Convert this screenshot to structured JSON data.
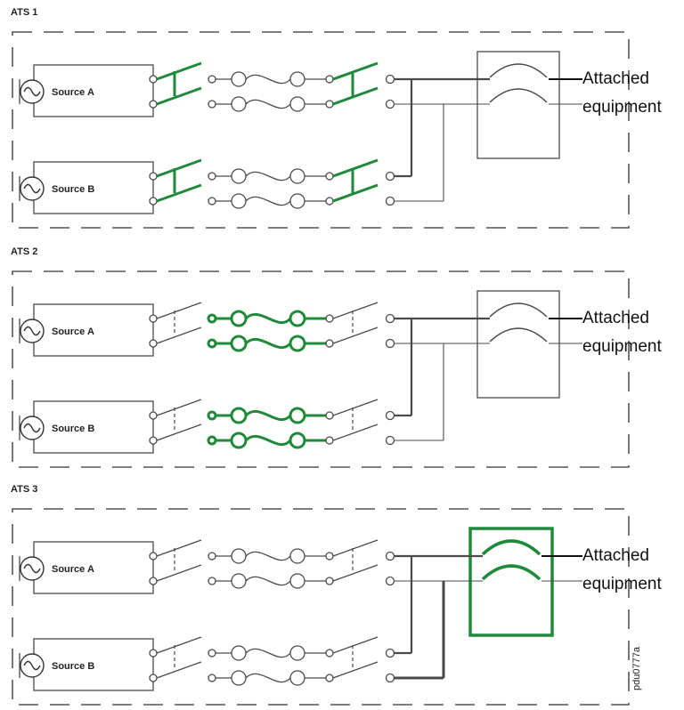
{
  "panels": [
    {
      "title": "ATS 1",
      "source_a": "Source A",
      "source_b": "Source B",
      "equipment_line1": "Attached",
      "equipment_line2": "equipment",
      "highlight": "switches"
    },
    {
      "title": "ATS 2",
      "source_a": "Source A",
      "source_b": "Source B",
      "equipment_line1": "Attached",
      "equipment_line2": "equipment",
      "highlight": "fuses"
    },
    {
      "title": "ATS 3",
      "source_a": "Source A",
      "source_b": "Source B",
      "equipment_line1": "Attached",
      "equipment_line2": "equipment",
      "highlight": "load"
    }
  ],
  "figure_id": "pdu0777a",
  "colors": {
    "highlight": "#1f8a3a",
    "line": "#4a4a4a",
    "border": "#555555"
  }
}
